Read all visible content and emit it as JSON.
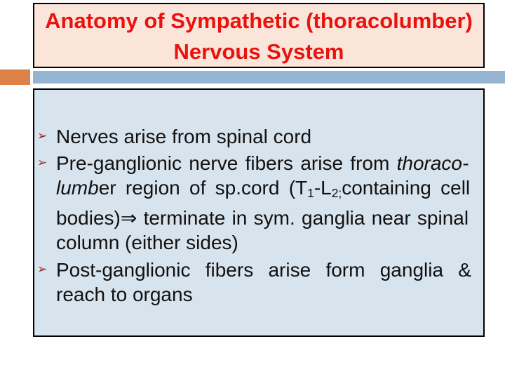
{
  "slide": {
    "title": {
      "line1": "Anatomy of Sympathetic (thoracolumber)",
      "line2": "Nervous System"
    },
    "bullet_glyph": "➢",
    "bullets": [
      {
        "lines": [
          {
            "ws": 0,
            "runs": [
              {
                "t": "Nerves arise from spinal cord"
              }
            ]
          }
        ]
      },
      {
        "lines": [
          {
            "ws": 2.5,
            "runs": [
              {
                "t": "Pre-ganglionic nerve fibers arise from "
              },
              {
                "t": "thoraco-",
                "i": true
              }
            ]
          },
          {
            "ws": 5.5,
            "runs": [
              {
                "t": "lumb",
                "i": true
              },
              {
                "t": "er region of sp.cord (T"
              },
              {
                "t": "1",
                "sub": true
              },
              {
                "t": "-L"
              },
              {
                "t": "2;",
                "sub": true
              },
              {
                "t": "containing cell"
              }
            ]
          },
          {
            "ws": 1.5,
            "runs": [
              {
                "t": "bodies)⇒ terminate in sym. ganglia near spinal"
              }
            ]
          },
          {
            "ws": 0,
            "runs": [
              {
                "t": "column (either sides)"
              }
            ]
          }
        ]
      },
      {
        "lines": [
          {
            "ws": 13.5,
            "runs": [
              {
                "t": "Post-ganglionic fibers arise form ganglia &"
              }
            ]
          },
          {
            "ws": 0,
            "runs": [
              {
                "t": "reach to organs"
              }
            ]
          }
        ]
      }
    ],
    "colors": {
      "slide_bg": "#ffffff",
      "title_bg": "#fbe5da",
      "title_red": "#e9130e",
      "content_bg": "#d7e3ed",
      "band_blue": "#95b4d2",
      "accent_orange": "#dc8246",
      "bullet_maroon": "#9b1b1b",
      "text_black": "#111111",
      "border_black": "#000000"
    }
  }
}
